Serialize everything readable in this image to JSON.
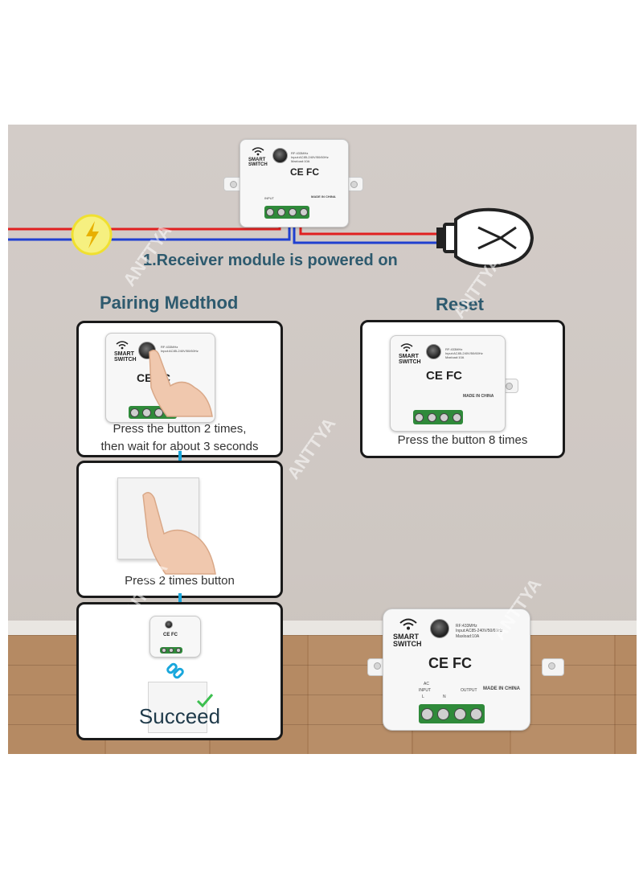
{
  "header": {
    "step1": "1.Receiver module is powered on"
  },
  "sections": {
    "pairing": "Pairing Medthod",
    "reset": "Reset"
  },
  "steps": {
    "press_line1": "Press the button 2 times,",
    "press_line2": "then wait for about 3 seconds",
    "remote": "Press 2 times button",
    "success": "Succeed",
    "reset": "Press the button 8 times"
  },
  "module": {
    "brand_line1": "SMART",
    "brand_line2": "SWITCH",
    "spec_rf": "RF:433MHz",
    "spec_input": "Input:AC85-240V/50/60Hz",
    "spec_load": "Maxload:10A",
    "cert": "CE FC",
    "made_in": "MADE IN CHINA",
    "input": "INPUT",
    "output": "OUTPUT",
    "ac": "AC",
    "pin_l": "L",
    "pin_n": "N"
  },
  "watermark": "ANTTYA",
  "colors": {
    "live_wire": "#e02020",
    "neutral_wire": "#2040d0",
    "title": "#2e5a6e",
    "arrow": "#19a7dc",
    "terminal": "#2f8a3a"
  },
  "icons": [
    "wifi-icon",
    "lightning-icon",
    "light-bulb-icon",
    "hand-icon",
    "link-icon",
    "check-icon"
  ]
}
